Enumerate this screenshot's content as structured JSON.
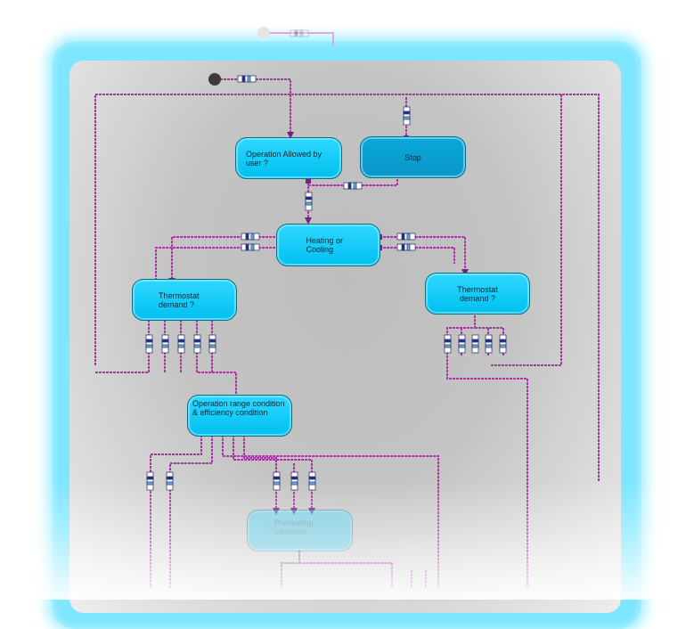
{
  "nodes": {
    "operation_allowed": "Operation Allowed by user ?",
    "stop": "Stop",
    "heating_or_cooling": "Heating or Cooling",
    "thermostat_left": "Thermostat demand ?",
    "thermostat_right": "Thermostat demand ?",
    "operation_range": "Operation range condition & efficiency condition",
    "preheating": "Preheating condition"
  },
  "colors": {
    "node_fill": "#00c4f4",
    "stop_fill": "#0a9ed0",
    "wire": "#a23aa0",
    "glow": "#7fe6ff"
  }
}
